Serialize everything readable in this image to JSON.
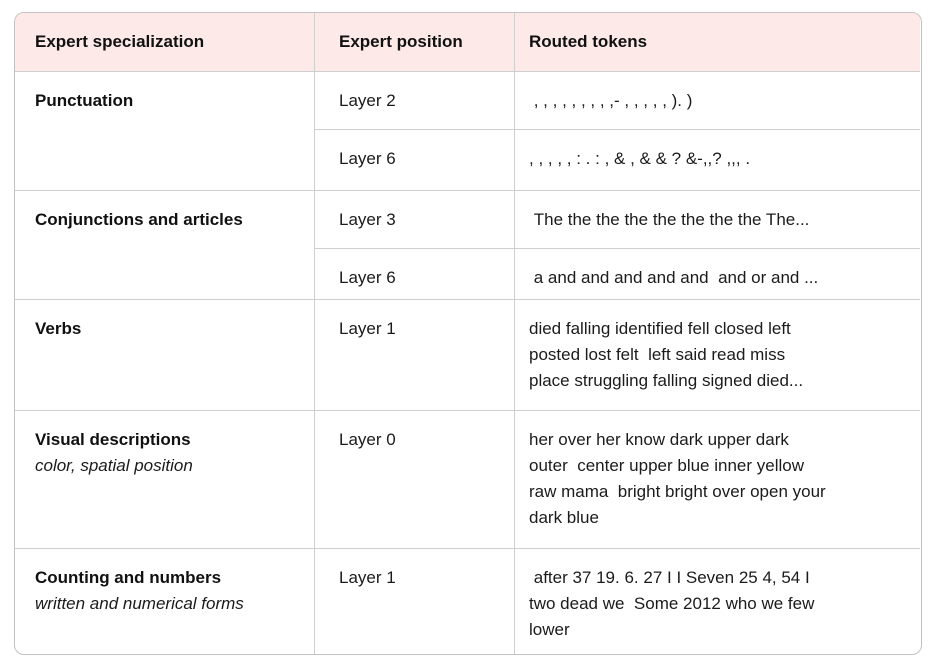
{
  "table": {
    "header": {
      "specialization": "Expert specialization",
      "position": "Expert position",
      "tokens": "Routed tokens"
    },
    "groups": [
      {
        "title": "Punctuation",
        "layers": [
          {
            "position": "Layer 2",
            "tokens": " , , , , , , , , ,- , , , , , ). )"
          },
          {
            "position": "Layer 6",
            "tokens": ", , , , , : . : , & , & & ? &-,,? ,,, ."
          }
        ]
      },
      {
        "title": "Conjunctions and articles",
        "layers": [
          {
            "position": "Layer 3",
            "tokens": " The the the the the the the the The..."
          },
          {
            "position": "Layer 6",
            "tokens": " a and and and and and  and or and ..."
          }
        ]
      },
      {
        "title": "Verbs",
        "layers": [
          {
            "position": "Layer 1",
            "tokens": "died falling identified fell closed left\nposted lost felt  left said read miss\nplace struggling falling signed died..."
          }
        ]
      },
      {
        "title": "Visual descriptions",
        "subtitle": "color, spatial position",
        "layers": [
          {
            "position": "Layer 0",
            "tokens": "her over her know dark upper dark\nouter  center upper blue inner yellow\nraw mama  bright bright over open your\ndark blue"
          }
        ]
      },
      {
        "title": "Counting and numbers",
        "subtitle": "written and numerical forms",
        "layers": [
          {
            "position": "Layer 1",
            "tokens": " after 37 19. 6. 27 I I Seven 25 4, 54 I\ntwo dead we  Some 2012 who we few\nlower"
          }
        ]
      }
    ],
    "colors": {
      "header_bg": "#fdeae8",
      "border_outer": "#c3c3c3",
      "border_inner": "#cfcfcf",
      "text": "#1b1b1b"
    }
  }
}
